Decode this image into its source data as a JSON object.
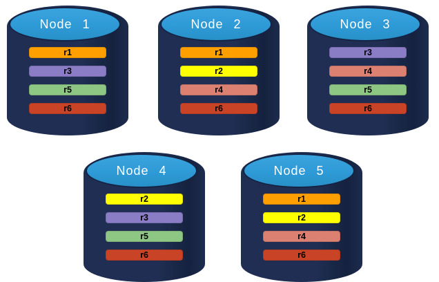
{
  "colors": {
    "background": "#ffffff",
    "cylinder_body": "#1F2E52",
    "cylinder_body_shadow": "#15223F",
    "cylinder_top": "#2E9AD6",
    "cylinder_outline": "#152444",
    "title_text": "#ffffff",
    "bar_text": "#000000",
    "partitions": {
      "r1": "#FFA000",
      "r2": "#FFFF00",
      "r3": "#8A7CC5",
      "r4": "#DC8172",
      "r5": "#8EC683",
      "r6": "#C94426"
    }
  },
  "nodes": [
    {
      "label": "Node 1",
      "partitions": [
        "r1",
        "r3",
        "r5",
        "r6"
      ]
    },
    {
      "label": "Node 2",
      "partitions": [
        "r1",
        "r2",
        "r4",
        "r6"
      ]
    },
    {
      "label": "Node 3",
      "partitions": [
        "r3",
        "r4",
        "r5",
        "r6"
      ]
    },
    {
      "label": "Node 4",
      "partitions": [
        "r2",
        "r3",
        "r5",
        "r6"
      ]
    },
    {
      "label": "Node 5",
      "partitions": [
        "r1",
        "r2",
        "r4",
        "r6"
      ]
    }
  ]
}
